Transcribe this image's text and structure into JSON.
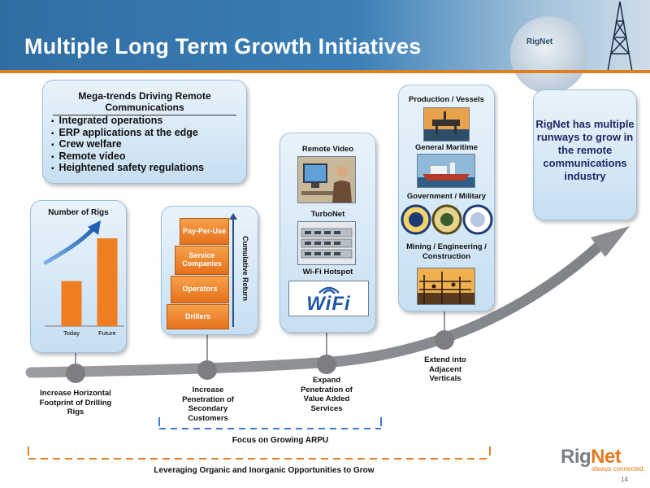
{
  "header": {
    "title": "Multiple Long Term Growth Initiatives",
    "brand_mini": "RigNet"
  },
  "mega_trends": {
    "title": "Mega-trends Driving Remote Communications",
    "items": [
      "Integrated operations",
      "ERP applications at the edge",
      "Crew welfare",
      "Remote video",
      "Heightened safety regulations"
    ]
  },
  "rigs_chart": {
    "title": "Number of Rigs"
  },
  "chart_data": {
    "type": "bar",
    "title": "Number of Rigs",
    "categories": [
      "Today",
      "Future"
    ],
    "values": [
      1.0,
      1.95
    ],
    "bar_color": "#ef7d22"
  },
  "cumulative": {
    "items": [
      "Pay-Per-Use",
      "Service Companies",
      "Operators",
      "Drillers"
    ],
    "axis_label": "Cumulative Return"
  },
  "services": {
    "items": [
      "Remote Video",
      "TurboNet",
      "Wi-Fi Hotspot"
    ],
    "wifi_logo": "WiFi"
  },
  "verticals": {
    "items": [
      "Production / Vessels",
      "General Maritime",
      "Government / Military",
      "Mining / Engineering / Construction"
    ]
  },
  "callout": {
    "text": "RigNet has multiple runways to grow in the remote communications industry"
  },
  "steps": [
    {
      "label": "Increase Horizontal Footprint of Drilling Rigs"
    },
    {
      "label": "Increase Penetration of Secondary Customers"
    },
    {
      "label": "Expand Penetration of Value Added Services"
    },
    {
      "label": "Extend into Adjacent Verticals"
    }
  ],
  "footer": {
    "focus": "Focus on Growing ARPU",
    "leveraging": "Leveraging Organic and Inorganic Opportunities to Grow"
  },
  "logo": {
    "rig": "Rig",
    "net": "Net",
    "tagline": "always connected."
  },
  "page_number": "14",
  "colors": {
    "header_blue": "#3a7fb6",
    "accent_orange": "#e07f22",
    "curve_gray": "#8a8c90",
    "dash_blue": "#3b7fd0",
    "dash_orange": "#e67e22"
  }
}
